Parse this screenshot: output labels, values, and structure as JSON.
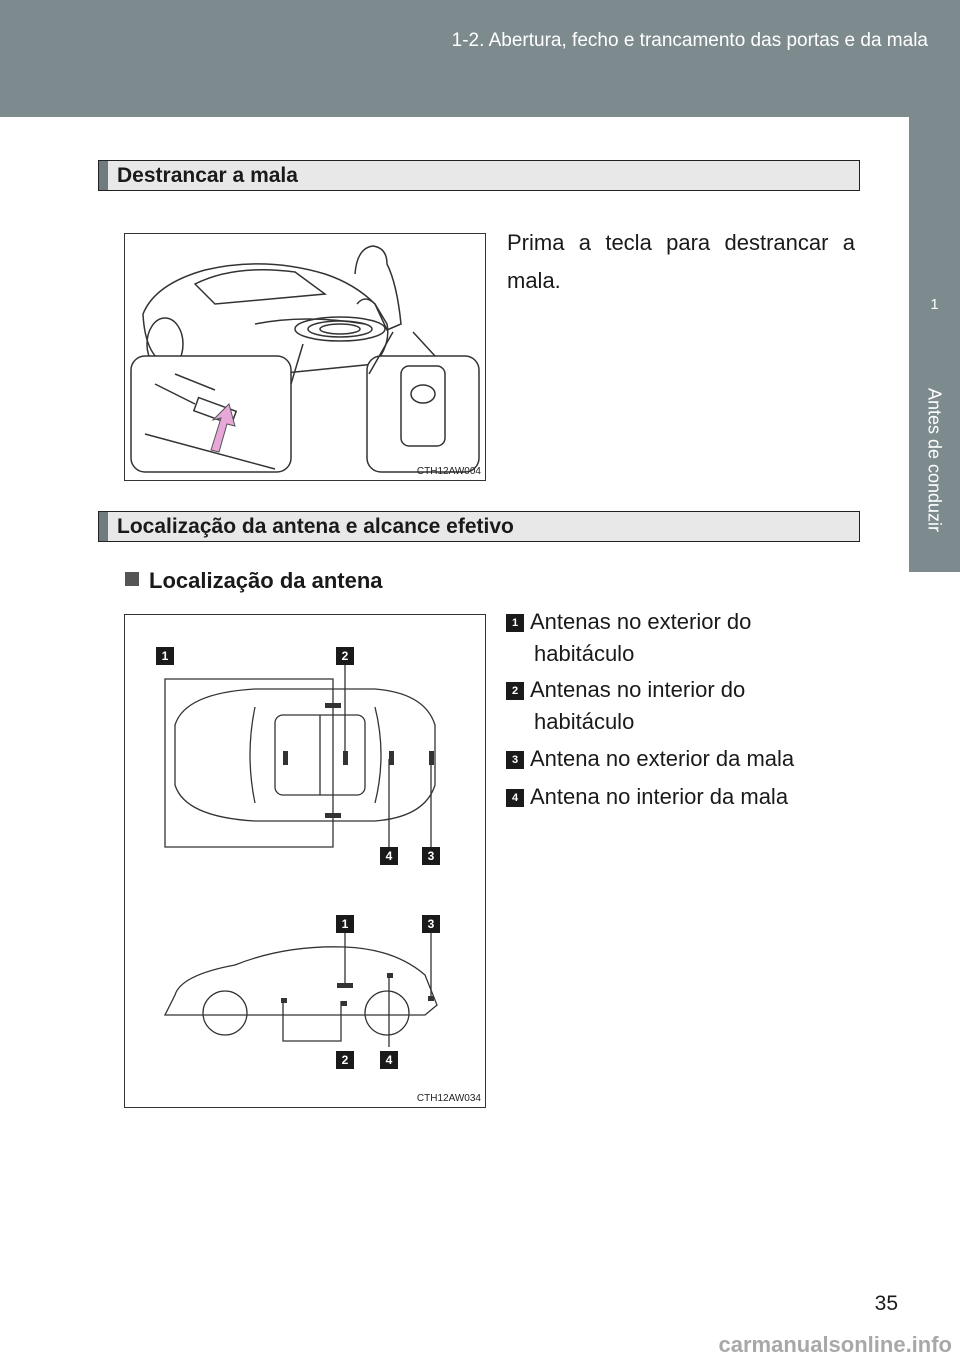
{
  "header": {
    "running_head": "1-2. Abertura, fecho e trancamento das portas e da mala"
  },
  "side_tab": {
    "number": "1",
    "label": "Antes de conduzir"
  },
  "section1": {
    "title": "Destrancar a mala",
    "text": "Prima a tecla para destrancar a mala.",
    "figure_code": "CTH12AW004"
  },
  "section2": {
    "title": "Localização da antena e alcance efetivo",
    "subheading": "Localização da antena",
    "figure_code": "CTH12AW034",
    "items": [
      {
        "num": "1",
        "line1": "Antenas no exterior do",
        "line2": "habitáculo"
      },
      {
        "num": "2",
        "line1": "Antenas no interior do",
        "line2": "habitáculo"
      },
      {
        "num": "3",
        "line1": "Antena no exterior da mala",
        "line2": ""
      },
      {
        "num": "4",
        "line1": "Antena no interior da mala",
        "line2": ""
      }
    ]
  },
  "page_number": "35",
  "watermark": "carmanualsonline.info"
}
